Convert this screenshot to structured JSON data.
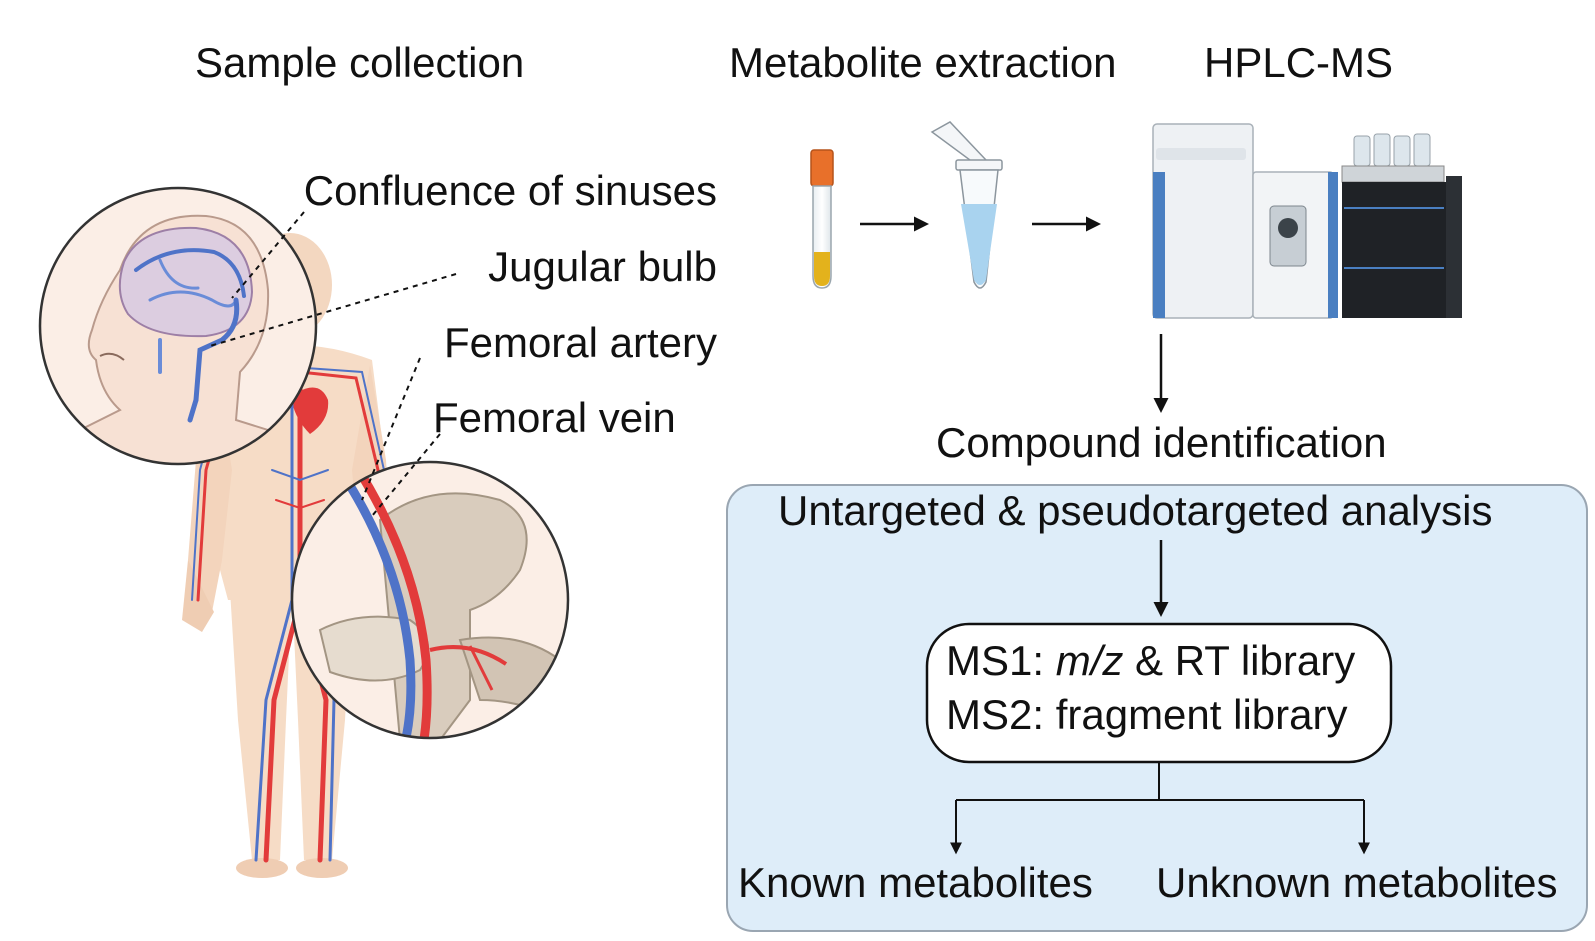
{
  "headings": {
    "sample_collection": "Sample collection",
    "metabolite_extraction": "Metabolite extraction",
    "hplc_ms": "HPLC-MS",
    "compound_identification": "Compound identification"
  },
  "anatomy_labels": {
    "confluence": "Confluence of sinuses",
    "jugular": "Jugular bulb",
    "femoral_artery": "Femoral artery",
    "femoral_vein": "Femoral vein"
  },
  "analysis": {
    "title": "Untargeted & pseudotargeted analysis",
    "ms1_prefix": "MS1: ",
    "ms1_italic": "m/z",
    "ms1_suffix": " & RT library",
    "ms2": "MS2: fragment library",
    "known": "Known metabolites",
    "unknown": "Unknown metabolites"
  },
  "colors": {
    "panel_fill": "#deedf9",
    "panel_stroke": "#9aa6b2",
    "artery": "#e23b3b",
    "vein": "#4f73c8",
    "skin": "#f6dcc6",
    "tube_cap": "#e8702a",
    "serum": "#e3b21c",
    "extract": "#a9d3ef",
    "instrument_blue": "#4a7fc1"
  },
  "icons": [
    "human-body-icon",
    "brain-veins-icon",
    "pelvis-vessels-icon",
    "blood-tube-icon",
    "eppendorf-tube-icon",
    "mass-spectrometer-icon",
    "hplc-stack-icon"
  ]
}
